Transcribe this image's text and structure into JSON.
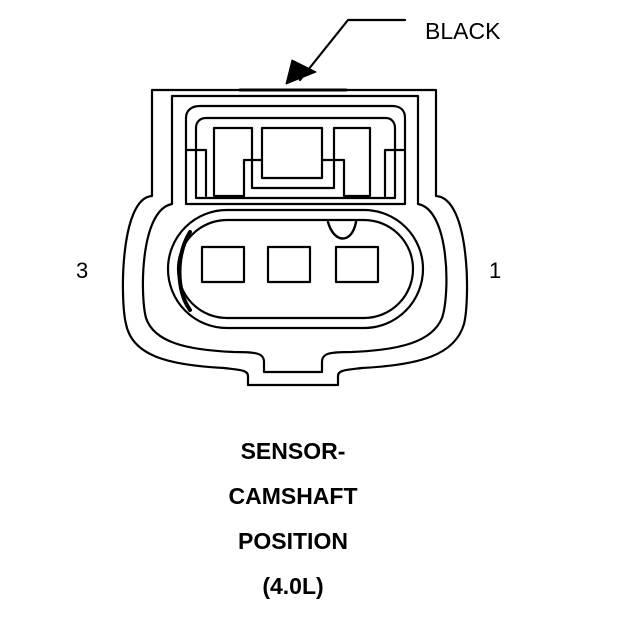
{
  "connector": {
    "color_label": "BLACK",
    "pin_left_label": "3",
    "pin_right_label": "1",
    "pin_count": 3
  },
  "caption": {
    "line1": "SENSOR-",
    "line2": "CAMSHAFT",
    "line3": "POSITION",
    "line4": "(4.0L)"
  },
  "colors": {
    "ink": "#000000",
    "background": "#ffffff"
  }
}
